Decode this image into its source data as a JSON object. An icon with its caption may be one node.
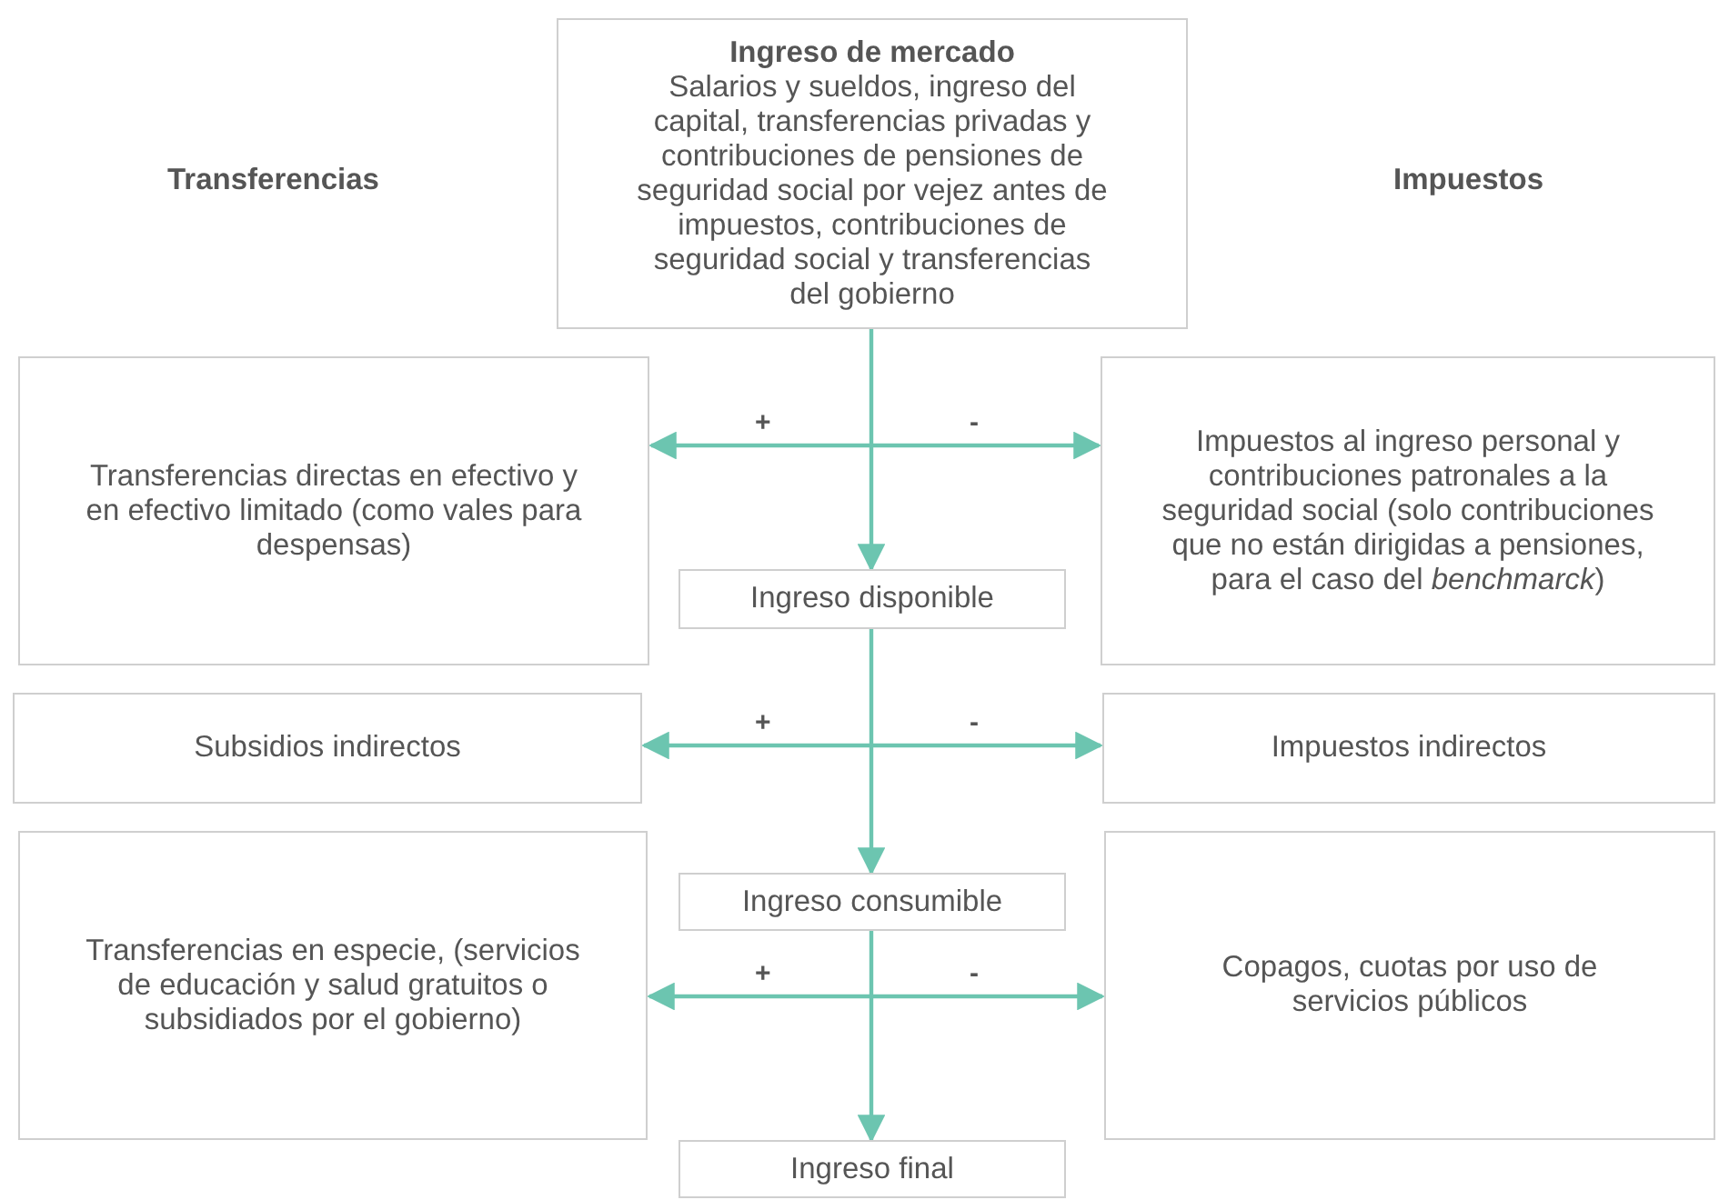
{
  "diagram": {
    "nodes": [
      {
        "text": [
          "Ingreso de mercado",
          "Salarios y sueldos, ingreso del capital, transferencias privadas y contribuciones de pensiones de seguridad social por vejez antes de impuestos, contribuciones de seguridad social y transferencias del gobierno"
        ]
      },
      {
        "text": [
          "Transferencias directas en efectivo y en efectivo limitado (como vales para despensas)"
        ]
      },
      {
        "text": [
          "Impuestos al ingreso personal y contribuciones patronales a la seguridad social (solo contribuciones que no están dirigidas a pensiones, para el caso del *benchmarck*)"
        ]
      },
      {
        "text": [
          "Ingreso disponible"
        ]
      },
      {
        "text": [
          "Subsidios indirectos"
        ]
      },
      {
        "text": [
          "Impuestos indirectos"
        ]
      },
      {
        "text": [
          "Ingreso consumible"
        ]
      },
      {
        "text": [
          "Transferencias en especie, (servicios de educación y salud gratuitos o subsidiados por el gobierno)"
        ]
      },
      {
        "text": [
          "Copagos, cuotas por uso de servicios públicos"
        ]
      },
      {
        "text": [
          "Ingreso final"
        ]
      }
    ],
    "edges": [
      {
        "from": 0,
        "to": 3,
        "arrow": "to"
      },
      {
        "from": null,
        "to": 1,
        "arrow": "to",
        "label": "+"
      },
      {
        "from": null,
        "to": 2,
        "arrow": "to",
        "label": "-"
      },
      {
        "from": 3,
        "to": 6,
        "arrow": "to"
      },
      {
        "from": null,
        "to": 4,
        "arrow": "to",
        "label": "+"
      },
      {
        "from": null,
        "to": 5,
        "arrow": "to",
        "label": "-"
      },
      {
        "from": 6,
        "to": 9,
        "arrow": "to"
      },
      {
        "from": null,
        "to": 7,
        "arrow": "to",
        "label": "+"
      },
      {
        "from": null,
        "to": 8,
        "arrow": "to",
        "label": "-"
      }
    ],
    "labels": [
      "Transferencias",
      "Impuestos"
    ]
  }
}
